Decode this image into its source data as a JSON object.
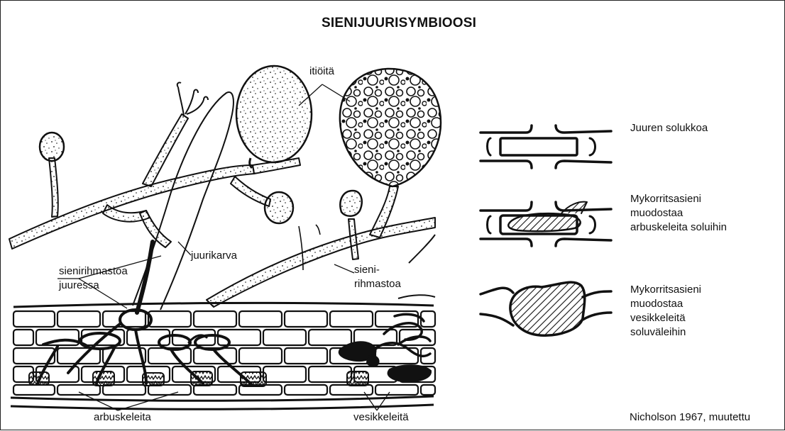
{
  "title": "SIENIJUURISYMBIOOSI",
  "labels": {
    "spores": "itiöitä",
    "root_hair": "juurikarva",
    "mycelium_in_root": [
      "sienirihmastoa",
      "juuressa"
    ],
    "mycelium": [
      "sieni-",
      "rihmastoa"
    ],
    "arbuscules": "arbuskeleita",
    "vesicles": "vesikkeleitä"
  },
  "legend": [
    {
      "lines": [
        "Juuren solukkoa"
      ]
    },
    {
      "lines": [
        "Mykorritsasieni",
        "muodostaa",
        "arbuskeleita soluihin"
      ]
    },
    {
      "lines": [
        "Mykorritsasieni",
        "muodostaa",
        "vesikkeleitä",
        "soluväleihin"
      ]
    }
  ],
  "source": "Nicholson 1967, muutettu",
  "colors": {
    "ink": "#111111",
    "background": "#ffffff"
  }
}
